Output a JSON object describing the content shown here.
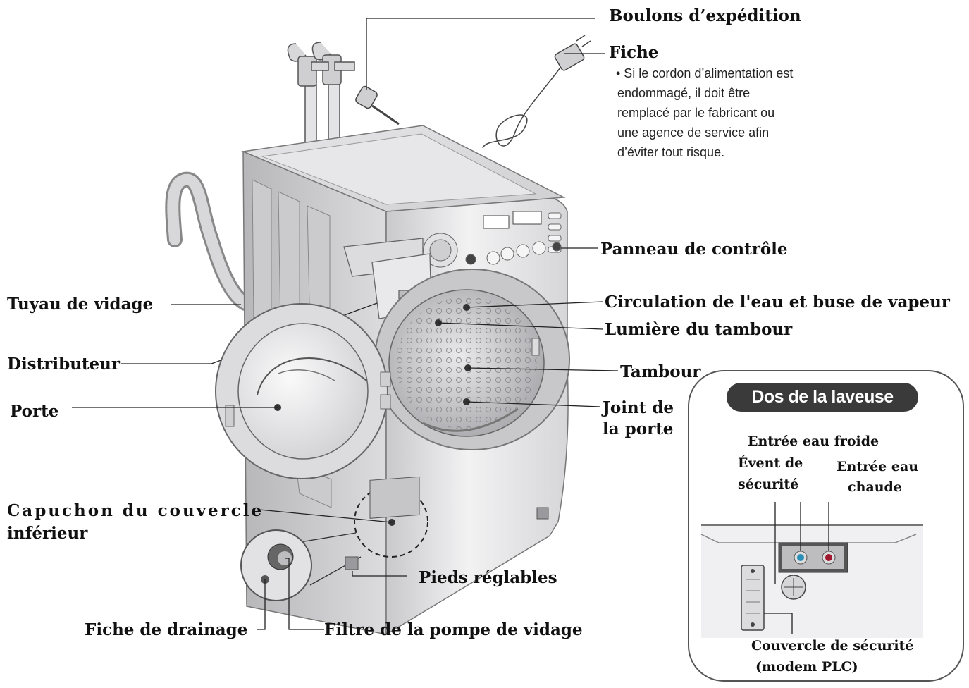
{
  "labels": {
    "shipping_bolts": "Boulons d’expédition",
    "plug": "Fiche",
    "plug_note": [
      "• Si le cordon d’alimentation est",
      "endommagé, il doit être",
      "remplacé par le fabricant ou",
      "une agence de service afin",
      "d’éviter tout risque."
    ],
    "control_panel": "Panneau de contrôle",
    "water_circulation": "Circulation de l'eau et buse de vapeur",
    "drum_light": "Lumière du tambour",
    "drum": "Tambour",
    "door_seal_1": "Joint de",
    "door_seal_2": "la porte",
    "drain_hose": "Tuyau de vidage",
    "dispenser": "Distributeur",
    "door": "Porte",
    "lower_cover_cap_1": "Capuchon du couvercle",
    "lower_cover_cap_2": "inférieur",
    "adjustable_feet": "Pieds réglables",
    "drain_plug": "Fiche de drainage",
    "drain_pump_filter": "Filtre de la pompe de vidage"
  },
  "inset": {
    "title": "Dos de la laveuse",
    "cold_inlet": "Entrée eau froide",
    "safety_vent_1": "Évent de",
    "safety_vent_2": "sécurité",
    "hot_inlet_1": "Entrée eau",
    "hot_inlet_2": "chaude",
    "safety_cover_1": "Couvercle de sécurité",
    "safety_cover_2": "(modem PLC)"
  },
  "colors": {
    "cold": "#2a8fb8",
    "hot": "#a01830"
  }
}
